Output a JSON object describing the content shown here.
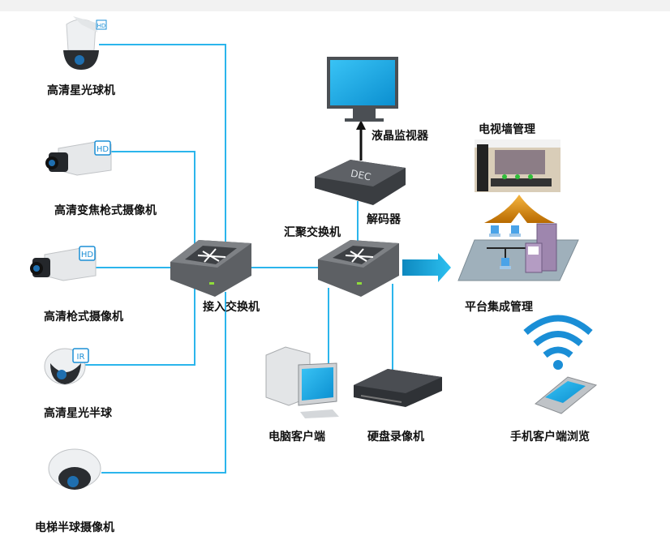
{
  "colors": {
    "wire": "#2bb5ec",
    "switch": "#6b6e72",
    "accent_arrow": "#1aa0d8",
    "tv_arrow": "#e08a10"
  },
  "devices": {
    "camera_ptz": {
      "label": "高清星光球机",
      "badge": "HD",
      "icon": "ptz-dome-camera-icon"
    },
    "camera_zoom_bullet": {
      "label": "高清变焦枪式摄像机",
      "badge": "HD",
      "icon": "box-camera-icon"
    },
    "camera_bullet": {
      "label": "高清枪式摄像机",
      "badge": "HD",
      "icon": "box-camera-icon"
    },
    "camera_half_dome": {
      "label": "高清星光半球",
      "badge": "IR",
      "icon": "dome-camera-icon"
    },
    "camera_elevator": {
      "label": "电梯半球摄像机",
      "icon": "dome-camera-icon"
    },
    "access_switch": {
      "label": "接入交换机",
      "icon": "switch-icon"
    },
    "core_switch": {
      "label": "汇聚交换机",
      "icon": "switch-icon"
    },
    "decoder": {
      "label": "解码器",
      "badge": "DEC",
      "icon": "decoder-icon"
    },
    "monitor": {
      "label": "液晶监视器",
      "icon": "monitor-icon"
    },
    "tv_wall": {
      "label": "电视墙管理",
      "icon": "video-wall-icon"
    },
    "platform": {
      "label": "平台集成管理",
      "icon": "network-platform-icon"
    },
    "pc_client": {
      "label": "电脑客户端",
      "icon": "desktop-pc-icon"
    },
    "nvr": {
      "label": "硬盘录像机",
      "icon": "nvr-icon"
    },
    "mobile": {
      "label": "手机客户端浏览",
      "icon": "smartphone-wifi-icon"
    }
  }
}
